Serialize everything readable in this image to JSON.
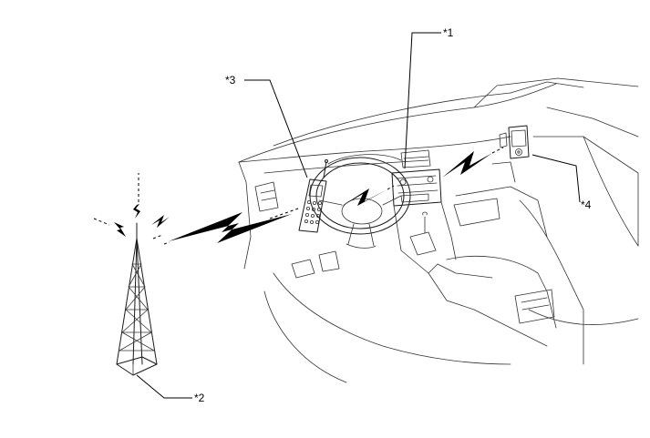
{
  "callouts": {
    "c1": "*1",
    "c2": "*2",
    "c3": "*3",
    "c4": "*4"
  },
  "colors": {
    "line": "#1a1a1a",
    "background": "#ffffff"
  }
}
